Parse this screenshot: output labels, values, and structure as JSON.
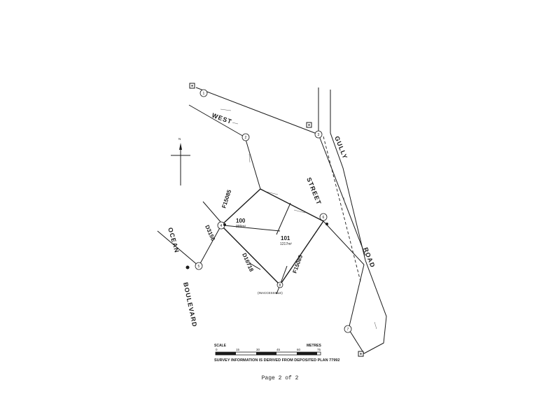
{
  "streets": {
    "west": "WEST",
    "gully": "GULLY",
    "street": "STREET",
    "road": "ROAD",
    "ocean": "OCEAN",
    "boulevard": "BOULEVARD"
  },
  "lots": [
    {
      "number": "100",
      "area": "999m²"
    },
    {
      "number": "101",
      "area": "1217m²"
    }
  ],
  "plans": {
    "f15085_top": "F15085",
    "d3156": "D3156",
    "d16718": "D16718",
    "f15085_bottom": "F15085"
  },
  "circled_points": [
    "1",
    "2",
    "3",
    "4",
    "5",
    "6",
    "7",
    "8"
  ],
  "inaccessible": "(INACCESSIBLE)",
  "north": "N",
  "scale": {
    "label": "SCALE",
    "units": "METRES",
    "ticks": [
      "0",
      "15",
      "30",
      "45",
      "60",
      "75"
    ]
  },
  "note": "SURVEY INFORMATION IS DERIVED FROM DEPOSITED PLAN 77992",
  "footer": "Page 2 of 2",
  "colors": {
    "ink": "#1a1a1a",
    "paper": "#ffffff"
  }
}
